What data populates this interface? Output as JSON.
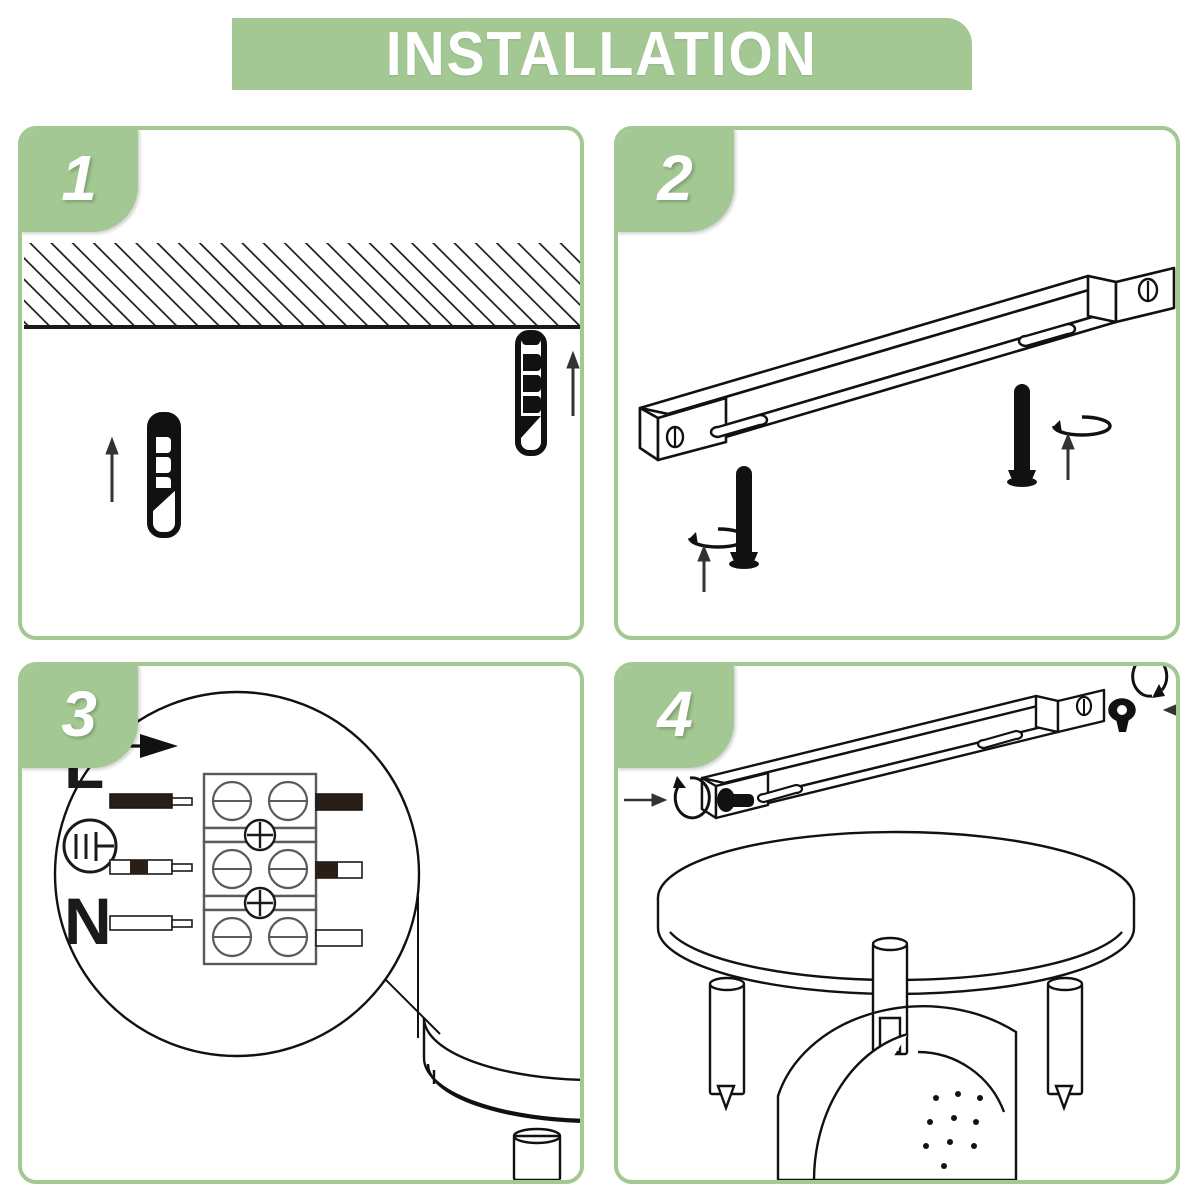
{
  "header": {
    "title": "INSTALLATION",
    "banner_color": "#a3c893"
  },
  "theme": {
    "accent_green": "#a3c893",
    "line_color": "#1a1a1a",
    "background": "#ffffff"
  },
  "steps": [
    {
      "number": "1",
      "name": "step-1",
      "description": "Insert wall anchors into the drilled ceiling holes",
      "elements": {
        "ceiling_label": "ceiling-hatch",
        "anchor_left": "wall-anchor",
        "anchor_right": "wall-anchor",
        "arrow_left": "up-arrow",
        "arrow_right": "up-arrow"
      }
    },
    {
      "number": "2",
      "name": "step-2",
      "description": "Fasten the mounting bracket to the ceiling with screws",
      "elements": {
        "bracket": "mounting-bracket",
        "screw_left": "mounting-screw",
        "screw_right": "mounting-screw",
        "rotate_left": "rotate-arrow",
        "rotate_right": "rotate-arrow"
      }
    },
    {
      "number": "3",
      "name": "step-3",
      "description": "Connect the supply wires to the terminal block",
      "elements": {
        "magnifier": "magnifier-circle",
        "terminal_block": "terminal-block",
        "ceiling_plate": "ceiling-plate"
      },
      "wiring": {
        "labels": [
          {
            "id": "live",
            "symbol": "L",
            "wire": "brown-wire"
          },
          {
            "id": "earth",
            "symbol": "earth-symbol",
            "wire": "yellow-green-wire"
          },
          {
            "id": "neutral",
            "symbol": "N",
            "wire": "blue-wire"
          }
        ],
        "direction_arrow": "right-arrow",
        "terminal_rows": 3,
        "screws_per_row": 2,
        "cross_screws": 2
      }
    },
    {
      "number": "4",
      "name": "step-4",
      "description": "Secure the lamp base onto the bracket with the side screws",
      "elements": {
        "bracket": "mounting-bracket",
        "screw_left": "decorative-screw",
        "screw_right": "decorative-screw",
        "rotate_left": "rotate-arrow",
        "rotate_right": "rotate-arrow",
        "arrow_left": "push-arrow",
        "arrow_right": "push-arrow",
        "lamp_base": "lamp-ceiling-plate",
        "rods": 3
      }
    }
  ]
}
